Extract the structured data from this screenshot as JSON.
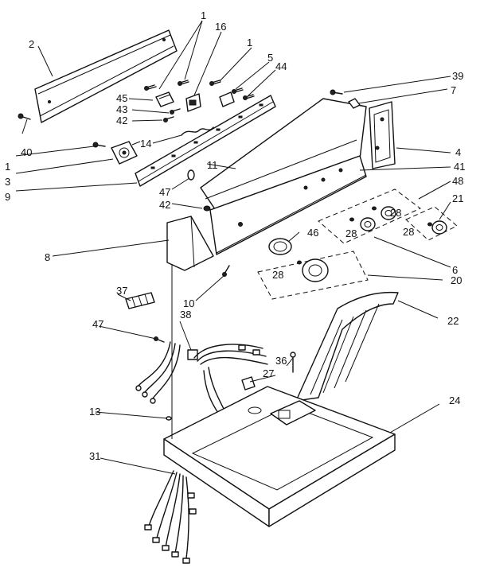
{
  "callouts": [
    {
      "id": "c-1a",
      "text": "1"
    },
    {
      "id": "c-16",
      "text": "16"
    },
    {
      "id": "c-2",
      "text": "2"
    },
    {
      "id": "c-1b",
      "text": "1"
    },
    {
      "id": "c-5",
      "text": "5"
    },
    {
      "id": "c-44",
      "text": "44"
    },
    {
      "id": "c-39",
      "text": "39"
    },
    {
      "id": "c-7",
      "text": "7"
    },
    {
      "id": "c-45",
      "text": "45"
    },
    {
      "id": "c-43",
      "text": "43"
    },
    {
      "id": "c-42a",
      "text": "42"
    },
    {
      "id": "c-40",
      "text": "40"
    },
    {
      "id": "c-14",
      "text": "14"
    },
    {
      "id": "c-4",
      "text": "4"
    },
    {
      "id": "c-1c",
      "text": "1"
    },
    {
      "id": "c-3",
      "text": "3"
    },
    {
      "id": "c-11",
      "text": "11"
    },
    {
      "id": "c-41",
      "text": "41"
    },
    {
      "id": "c-48",
      "text": "48"
    },
    {
      "id": "c-9",
      "text": "9"
    },
    {
      "id": "c-47a",
      "text": "47"
    },
    {
      "id": "c-21",
      "text": "21"
    },
    {
      "id": "c-42b",
      "text": "42"
    },
    {
      "id": "c-28a",
      "text": "28"
    },
    {
      "id": "c-28b",
      "text": "28"
    },
    {
      "id": "c-28c",
      "text": "28"
    },
    {
      "id": "c-46",
      "text": "46"
    },
    {
      "id": "c-8",
      "text": "8"
    },
    {
      "id": "c-6",
      "text": "6"
    },
    {
      "id": "c-28d",
      "text": "28"
    },
    {
      "id": "c-20",
      "text": "20"
    },
    {
      "id": "c-10",
      "text": "10"
    },
    {
      "id": "c-37",
      "text": "37"
    },
    {
      "id": "c-38",
      "text": "38"
    },
    {
      "id": "c-22",
      "text": "22"
    },
    {
      "id": "c-47b",
      "text": "47"
    },
    {
      "id": "c-36",
      "text": "36"
    },
    {
      "id": "c-27",
      "text": "27"
    },
    {
      "id": "c-24",
      "text": "24"
    },
    {
      "id": "c-13",
      "text": "13"
    },
    {
      "id": "c-31",
      "text": "31"
    }
  ]
}
